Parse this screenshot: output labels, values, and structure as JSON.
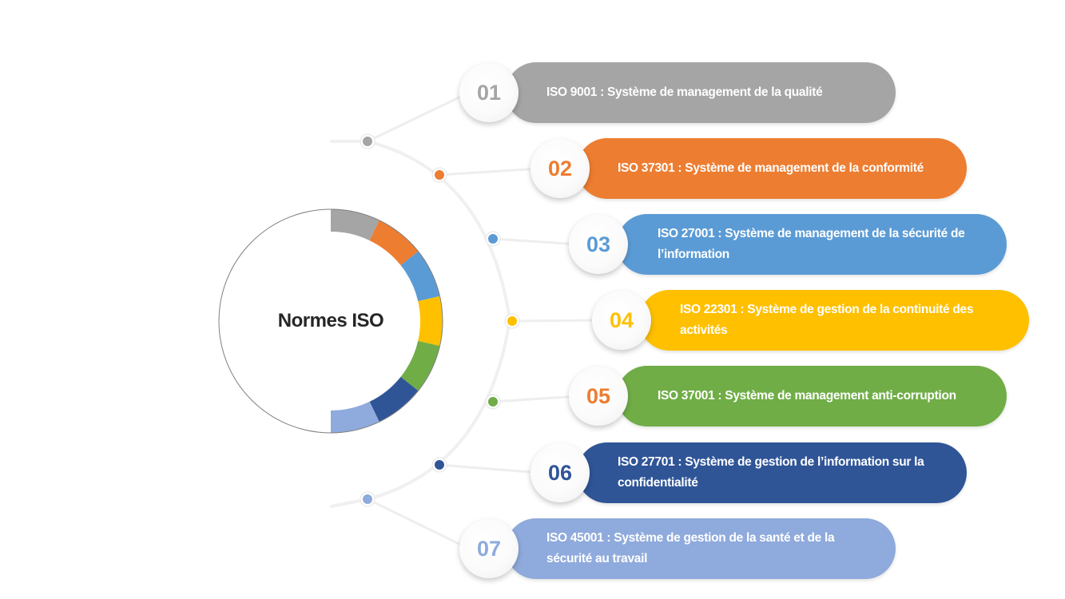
{
  "diagram": {
    "center_label": "Normes ISO",
    "items": [
      {
        "number": "01",
        "text": "ISO 9001 : Système de management de la qualité",
        "color": "#a5a5a5",
        "number_color": "#a5a5a5"
      },
      {
        "number": "02",
        "text": "ISO 37301 : Système de management de la conformité",
        "color": "#ed7d31",
        "number_color": "#ed7d31"
      },
      {
        "number": "03",
        "text": "ISO 27001 : Système de management de la sécurité de l’information",
        "color": "#5b9bd5",
        "number_color": "#5b9bd5"
      },
      {
        "number": "04",
        "text": "ISO 22301 : Système de gestion de la continuité des activités",
        "color": "#ffc000",
        "number_color": "#ffc000"
      },
      {
        "number": "05",
        "text": "ISO 37001 : Système de management anti-corruption",
        "color": "#70ad47",
        "number_color": "#ed7d31"
      },
      {
        "number": "06",
        "text": "ISO 27701 : Système de gestion de l’information sur la confidentialité",
        "color": "#2f5597",
        "number_color": "#2f5597"
      },
      {
        "number": "07",
        "text": "ISO 45001 : Système de gestion de la santé et de la sécurité au travail",
        "color": "#8faadc",
        "number_color": "#8faadc"
      }
    ]
  }
}
